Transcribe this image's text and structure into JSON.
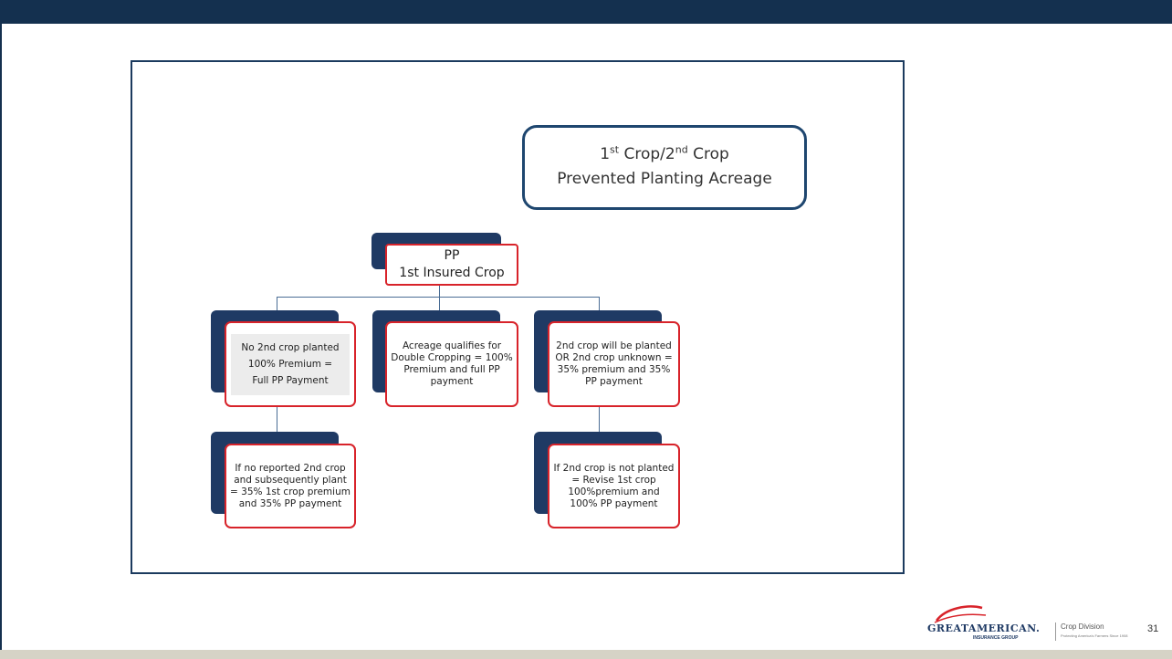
{
  "title": {
    "line1_a": "1",
    "line1_sup1": "st",
    "line1_b": " Crop/2",
    "line1_sup2": "nd",
    "line1_c": " Crop",
    "line2": "Prevented Planting Acreage"
  },
  "root": {
    "line1": "PP",
    "line2": "1st Insured Crop"
  },
  "node_left": {
    "line1": "No 2nd crop planted",
    "line2": "100% Premium =",
    "line3": "Full PP Payment"
  },
  "node_mid": {
    "text": "Acreage qualifies for Double Cropping = 100% Premium and full PP payment"
  },
  "node_right": {
    "text": "2nd crop will be planted OR 2nd crop unknown = 35% premium and 35% PP payment"
  },
  "node_left_child": {
    "text": "If no reported 2nd crop and subsequently plant = 35% 1st crop premium and 35% PP payment"
  },
  "node_right_child": {
    "text": "If 2nd crop is not planted = Revise 1st crop 100%premium and 100% PP payment"
  },
  "logo": {
    "great": "GREATAMERICAN.",
    "insurance": "INSURANCE GROUP",
    "division": "Crop Division",
    "tagline": "Protecting America's Farmers Since 1908"
  },
  "page_number": "31",
  "colors": {
    "navy": "#1f3a64",
    "red_border": "#d8232a",
    "connector": "#4a6d95",
    "top_bar": "#14304f"
  }
}
